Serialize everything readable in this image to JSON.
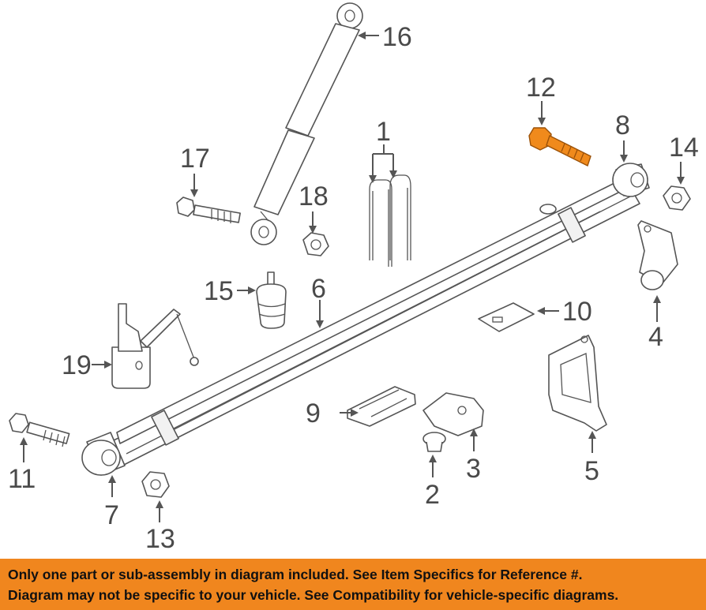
{
  "callouts": {
    "c1": "1",
    "c2": "2",
    "c3": "3",
    "c4": "4",
    "c5": "5",
    "c6": "6",
    "c7": "7",
    "c8": "8",
    "c9": "9",
    "c10": "10",
    "c11": "11",
    "c12": "12",
    "c13": "13",
    "c14": "14",
    "c15": "15",
    "c16": "16",
    "c17": "17",
    "c18": "18",
    "c19": "19"
  },
  "highlighted_part": "12",
  "banner": {
    "line1": "Only one part or sub-assembly in diagram included. See Item Specifics for Reference #.",
    "line2": "Diagram may not be specific to your vehicle. See Compatibility for vehicle-specific diagrams."
  },
  "colors": {
    "banner_bg": "#f0861e",
    "highlight_part": "#f08a1c",
    "line_art": "#555555"
  }
}
